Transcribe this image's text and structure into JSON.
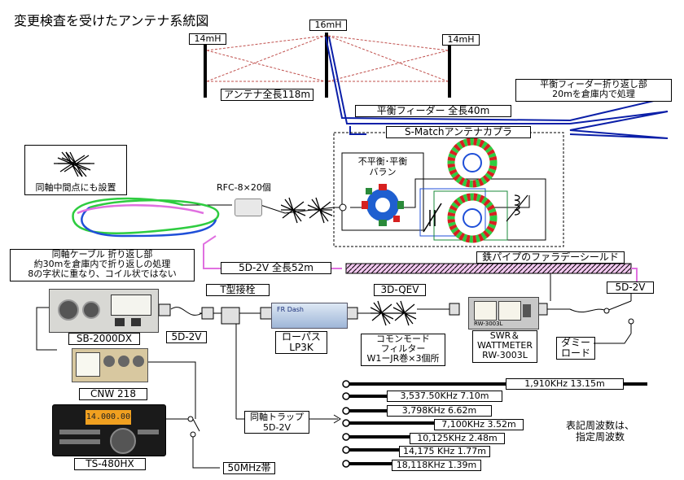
{
  "title": "変更検査を受けたアンテナ系統図",
  "antenna": {
    "left_height": "14mH",
    "center_height": "16mH",
    "right_height": "14mH",
    "total_length": "アンテナ全長118m",
    "feeder": "平衡フィーダー 全長40m",
    "feeder_fold_line1": "平衡フィーダー折り返し部",
    "feeder_fold_line2": "20mを倉庫内で処理"
  },
  "tuner": {
    "name": "S-Matchアンテナカプラ",
    "balun_line1": "不平衡･平衡",
    "balun_line2": "バラン"
  },
  "choke": {
    "midpoint_note": "同軸中間点にも設置",
    "rfc": "RFC-8×20個"
  },
  "coil_note": {
    "line1": "同軸ケーブル 折り返し部",
    "line2": "約30mを倉庫内で折り返しの処理",
    "line3": "8の字状に重なり、コイル状ではない"
  },
  "cable_main": "5D-2V 全長52m",
  "pipe_shield": "鉄パイプのファラデーシールド",
  "cable_5d2v_right": "5D-2V",
  "t_joint": "T型接栓",
  "cable_3dqev": "3D-QEV",
  "devices": {
    "sb2000dx": "SB-2000DX",
    "cnw218": "CNW 218",
    "ts480hx": "TS-480HX",
    "lowpass_line1": "ローパス",
    "lowpass_line2": "LP3K",
    "common_mode_line1": "コモンモード",
    "common_mode_line2": "フィルター",
    "common_mode_line3": "W1ーJR巻×3個所",
    "swr_line1": "SWR＆",
    "swr_line2": "WATTMETER",
    "swr_line3": "RW-3003L",
    "dummy_line1": "ダミー",
    "dummy_line2": "ロード",
    "lpf_brand": "FR Dash",
    "swr_brand": "RW-3003L",
    "ts_display": "14.000.00"
  },
  "cable_5d2v_left": "5D-2V",
  "band_50": "50MHz帯",
  "trap": {
    "line1": "同軸トラップ",
    "line2": "5D-2V"
  },
  "traps": [
    "1,910KHz 13.15m",
    "3,537.50KHz 7.10m",
    "3,798KHz 6.62m",
    "7,100KHz 3.52m",
    "10,125KHz 2.48m",
    "14,175 KHz 1.77m",
    "18,118KHz 1.39m"
  ],
  "freq_note": {
    "line1": "表記周波数は、",
    "line2": "指定周波数"
  },
  "colors": {
    "feeder_blue": "#0b1fa8",
    "antenna_red": "#c0504d",
    "coil_green": "#2ecc40",
    "coil_blue": "#1f4fd8",
    "coax_pink": "#e070e0",
    "shield_pink": "#e8a0e8"
  }
}
